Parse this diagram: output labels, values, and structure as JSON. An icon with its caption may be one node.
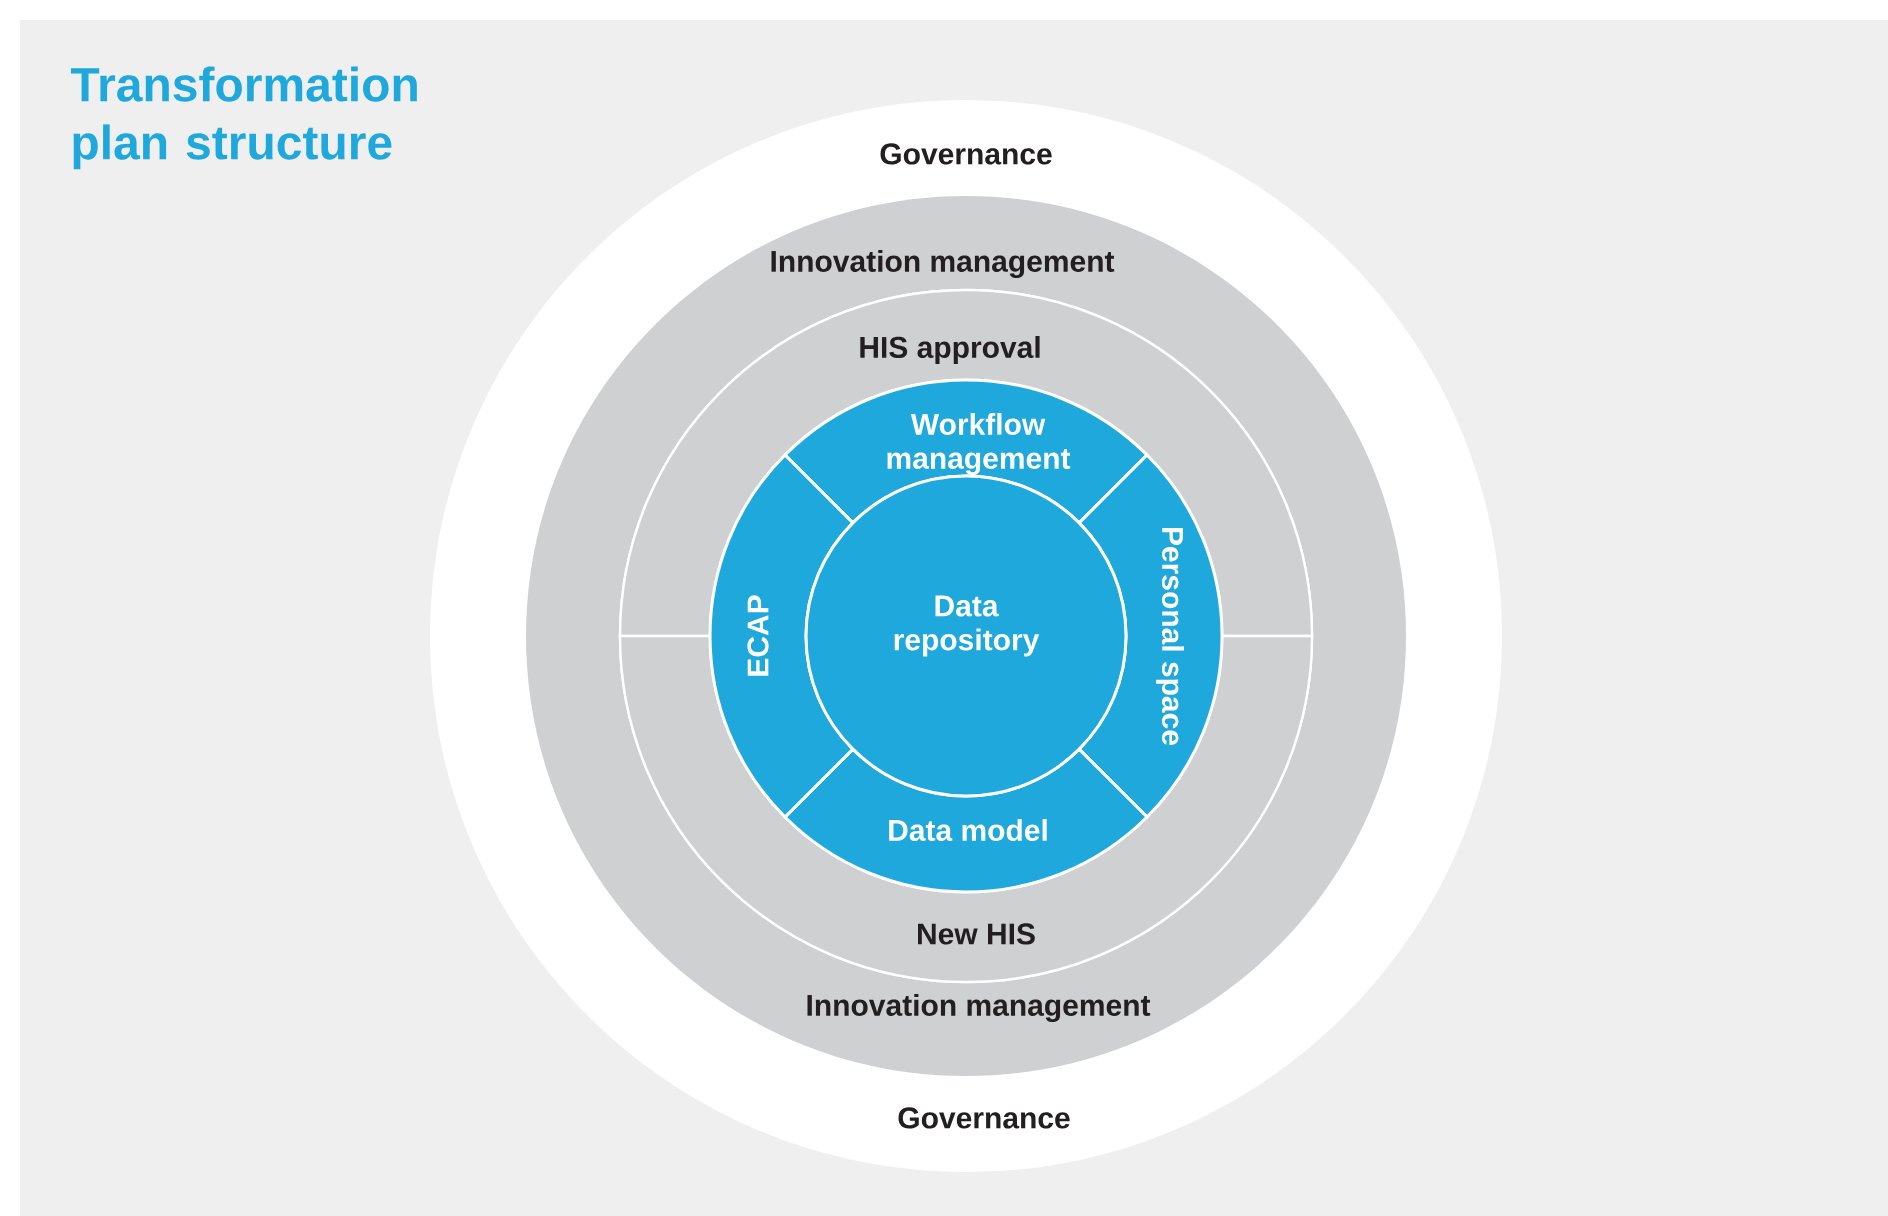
{
  "diagram": {
    "title": "Transformation plan structure",
    "nodes": [
      {
        "text": [
          "Governance",
          "Governance"
        ]
      },
      {
        "text": [
          "Innovation management",
          "Innovation management"
        ],
        "in": 0
      },
      {
        "text": [
          "HIS approval"
        ],
        "in": 1
      },
      {
        "text": [
          "New HIS"
        ],
        "in": 1
      },
      {
        "text": [
          "Workflow management"
        ],
        "in": 1
      },
      {
        "text": [
          "Personal space"
        ],
        "in": 1
      },
      {
        "text": [
          "Data model"
        ],
        "in": 1
      },
      {
        "text": [
          "ECAP"
        ],
        "in": 1
      },
      {
        "text": [
          "Data repository"
        ],
        "in": 1
      }
    ]
  }
}
